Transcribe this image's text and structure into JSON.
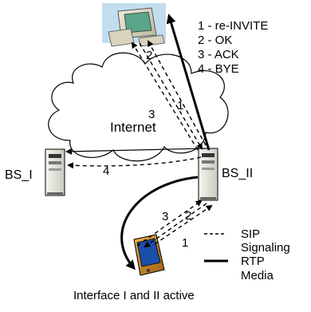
{
  "diagram": {
    "cloud_label": "Internet",
    "server_left_label": "BS_I",
    "server_right_label": "BS_II",
    "bottom_caption": "Interface I and II active",
    "steps": [
      "1 - re-INVITE",
      "2 - OK",
      "3 - ACK",
      "4 - BYE"
    ],
    "arrow_numbers": {
      "top_1": "1",
      "top_2": "2",
      "top_3": "3",
      "bye_4": "4",
      "bottom_1": "1",
      "bottom_2": "2",
      "bottom_3": "3"
    },
    "legend": {
      "sip_line1": "SIP",
      "sip_line2": "Signaling",
      "rtp_line1": "RTP",
      "rtp_line2": "Media"
    }
  }
}
